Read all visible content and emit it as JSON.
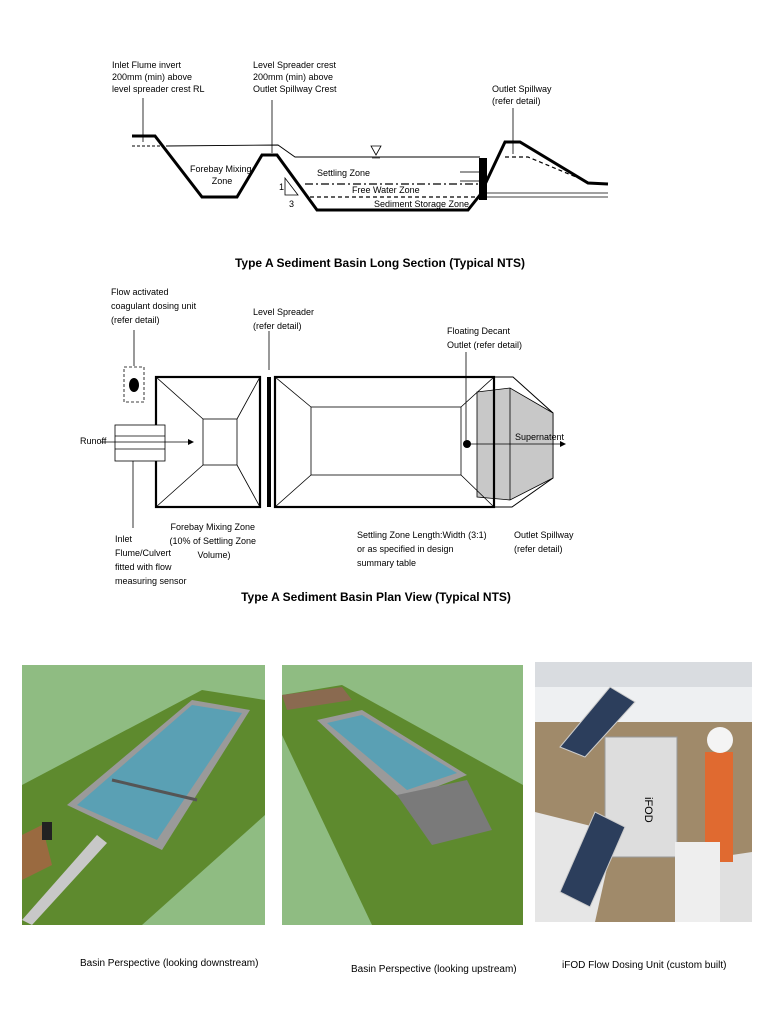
{
  "long_section": {
    "title": "Type A Sediment Basin Long Section (Typical NTS)",
    "inlet_label": [
      "Inlet Flume invert",
      "200mm (min) above",
      "level spreader crest RL"
    ],
    "spreader_label": [
      "Level Spreader crest",
      "200mm (min) above",
      "Outlet Spillway Crest"
    ],
    "outlet_label": [
      "Outlet Spillway",
      "(refer detail)"
    ],
    "forebay_label": [
      "Forebay Mixing",
      "Zone"
    ],
    "settling_zone": "Settling Zone",
    "free_water_zone": "Free Water Zone",
    "sediment_storage_zone": "Sediment Storage Zone",
    "slope_rise": "1",
    "slope_run": "3"
  },
  "plan_view": {
    "title": "Type A Sediment Basin Plan View (Typical NTS)",
    "dosing_label": [
      "Flow activated",
      "coagulant dosing unit",
      "(refer detail)"
    ],
    "spreader_label": [
      "Level Spreader",
      "(refer detail)"
    ],
    "decant_label": [
      "Floating Decant",
      "Outlet (refer detail)"
    ],
    "runoff": "Runoff",
    "supernatant": "Supernatent",
    "inlet_label": [
      "Inlet",
      "Flume/Culvert",
      "fitted with flow",
      "measuring sensor"
    ],
    "forebay_label": [
      "Forebay Mixing Zone",
      "(10% of Settling Zone",
      "Volume)"
    ],
    "settling_label": [
      "Settling Zone Length:Width (3:1)",
      "or as specified in design",
      "summary table"
    ],
    "outlet_label": [
      "Outlet Spillway",
      "(refer detail)"
    ]
  },
  "photos": [
    {
      "caption": "Basin Perspective (looking downstream)"
    },
    {
      "caption": "Basin Perspective (looking upstream)"
    },
    {
      "caption": "iFOD Flow Dosing Unit (custom built)",
      "device_text": "iFOD"
    }
  ]
}
